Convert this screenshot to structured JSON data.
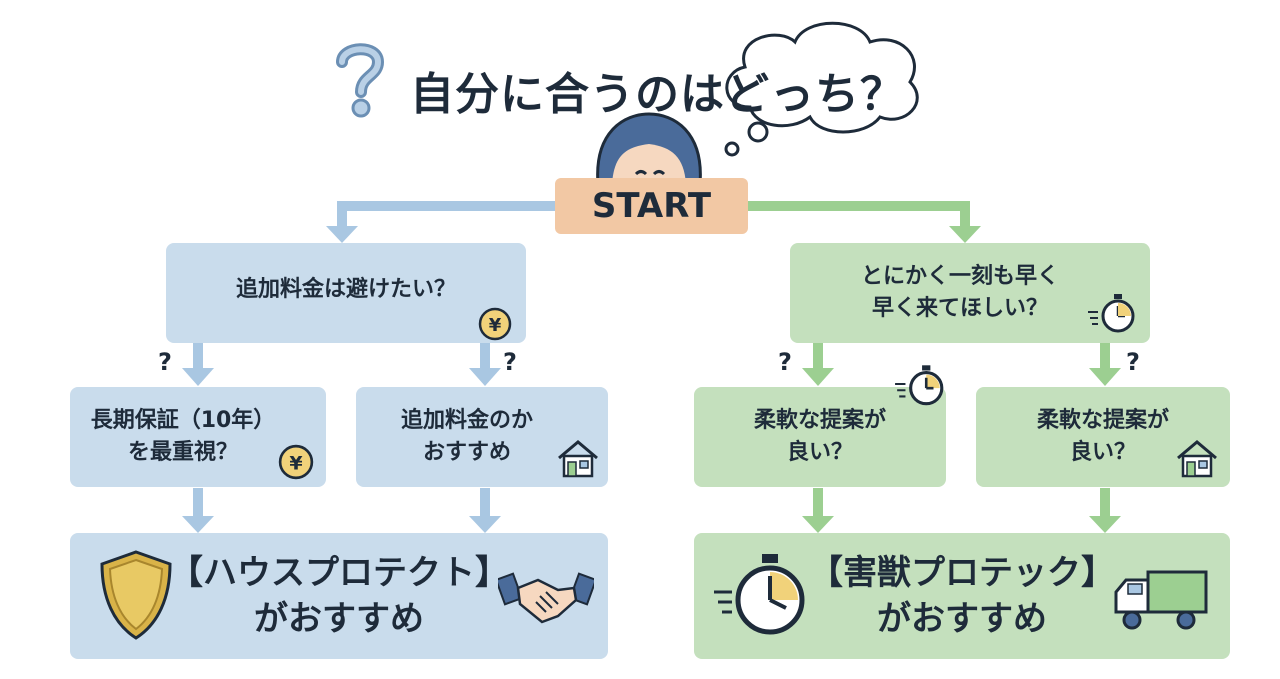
{
  "title": "自分に合うのはどっち？",
  "start_label": "START",
  "question_mark": "?",
  "left": {
    "q1": "追加料金は避けたい？",
    "q2a": "長期保証（10年）\nを最重視？",
    "q2b": "追加料金のか\nおすすめ",
    "result": "【ハウスプロテクト】\nがおすすめ"
  },
  "right": {
    "q1": "とにかく一刻も早く\n早く来てほしい？",
    "q2a": "柔軟な提案が\n良い？",
    "q2b": "柔軟な提案が\n良い？",
    "result": "【害獣プロテック】\nがおすすめ"
  },
  "colors": {
    "blue_box": "#c9dcec",
    "green_box": "#c4e0bd",
    "blue_arrow": "#a9c7e2",
    "green_arrow": "#9ccf91",
    "start_box": "#f2c8a4"
  },
  "yen_symbol": "¥"
}
